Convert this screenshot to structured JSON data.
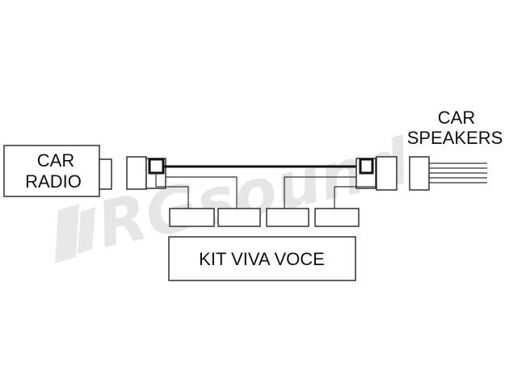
{
  "labels": {
    "car_radio_line1": "CAR",
    "car_radio_line2": "RADIO",
    "car_speakers_line1": "CAR",
    "car_speakers_line2": "SPEAKERS",
    "kit": "KIT VIVA VOCE"
  },
  "watermark": {
    "text": "RGsound"
  },
  "colors": {
    "stroke": "#222222",
    "watermark": "#e6e6e6",
    "background": "#ffffff"
  }
}
